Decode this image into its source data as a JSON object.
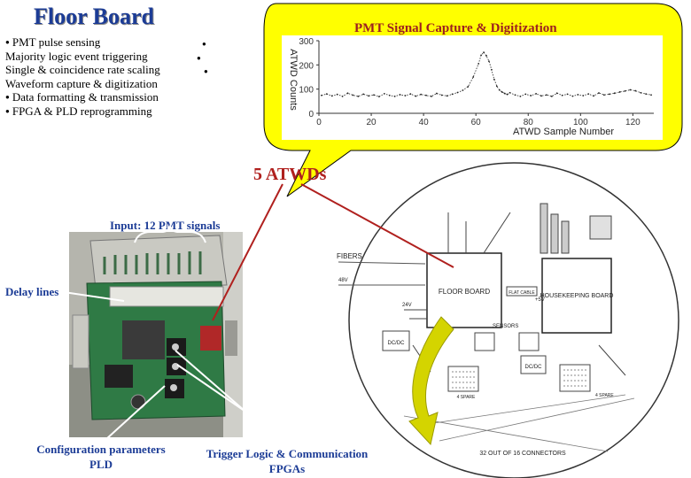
{
  "title": "Floor Board",
  "features": [
    {
      "bullet": true,
      "text": "PMT pulse sensing"
    },
    {
      "bullet": false,
      "text": "Majority logic event triggering"
    },
    {
      "bullet": false,
      "text": "Single & coincidence rate scaling"
    },
    {
      "bullet": false,
      "text": "Waveform capture & digitization"
    },
    {
      "bullet": true,
      "text": "Data formatting & transmission"
    },
    {
      "bullet": true,
      "text": "FPGA & PLD reprogramming"
    }
  ],
  "bullet_glyph": "●",
  "capture": {
    "title": "PMT Signal Capture & Digitization",
    "ylabel": "ATWD Counts",
    "xlabel": "ATWD Sample Number"
  },
  "labels": {
    "atwds": "5 ATWDs",
    "input": "Input: 12 PMT signals",
    "delay": "Delay lines",
    "config_line1": "Configuration parameters",
    "config_line2": "PLD",
    "trigger_line1": "Trigger Logic & Communication",
    "trigger_line2": "FPGAs"
  },
  "schematic": {
    "fibers": "FIBERS",
    "floor_board": "FLOOR BOARD",
    "housekeeping_board": "HOUSEKEEPING BOARD",
    "cable": "FLAT CABLE",
    "sensors": "SENSORS",
    "dcdc": "DC/DC",
    "spare": "4 SPARE",
    "connectors": "32 OUT OF 16 CONNECTORS",
    "power_24v": "24V",
    "volt_48": "48V",
    "v5": "+5V"
  },
  "colors": {
    "title_blue": "#1c3c96",
    "accent_red": "#b0201e",
    "callout_yellow": "#ffff00",
    "arrow_yellow": "#d4d400",
    "board_green": "#2f7a45"
  },
  "chart_data": {
    "type": "line",
    "title": "",
    "xlabel": "ATWD Sample Number",
    "ylabel": "ATWD Counts",
    "xlim": [
      0,
      128
    ],
    "ylim": [
      0,
      300
    ],
    "xticks": [
      0,
      20,
      40,
      60,
      80,
      100,
      120
    ],
    "yticks": [
      0,
      100,
      200,
      300
    ],
    "series": [
      {
        "x": [
          1,
          3,
          5,
          7,
          9,
          11,
          13,
          15,
          17,
          19,
          21,
          23,
          25,
          27,
          29,
          31,
          33,
          35,
          37,
          39,
          41,
          43,
          45,
          47,
          49,
          51,
          53,
          55,
          57,
          59,
          61,
          62,
          63,
          64,
          65,
          66,
          67,
          68,
          69,
          70,
          71,
          72,
          73,
          75,
          77,
          79,
          81,
          83,
          85,
          87,
          89,
          91,
          93,
          95,
          97,
          99,
          101,
          103,
          105,
          107,
          109,
          111,
          113,
          115,
          117,
          119,
          121,
          123,
          125,
          127
        ],
        "y": [
          74,
          80,
          72,
          78,
          70,
          83,
          75,
          70,
          79,
          72,
          76,
          69,
          81,
          74,
          70,
          77,
          73,
          80,
          71,
          78,
          74,
          70,
          82,
          75,
          72,
          79,
          86,
          95,
          110,
          150,
          205,
          240,
          252,
          238,
          215,
          180,
          140,
          112,
          96,
          88,
          82,
          78,
          85,
          76,
          70,
          79,
          73,
          81,
          72,
          76,
          70,
          83,
          74,
          79,
          71,
          77,
          73,
          80,
          72,
          84,
          76,
          79,
          83,
          88,
          92,
          97,
          93,
          85,
          80,
          76
        ]
      }
    ]
  }
}
